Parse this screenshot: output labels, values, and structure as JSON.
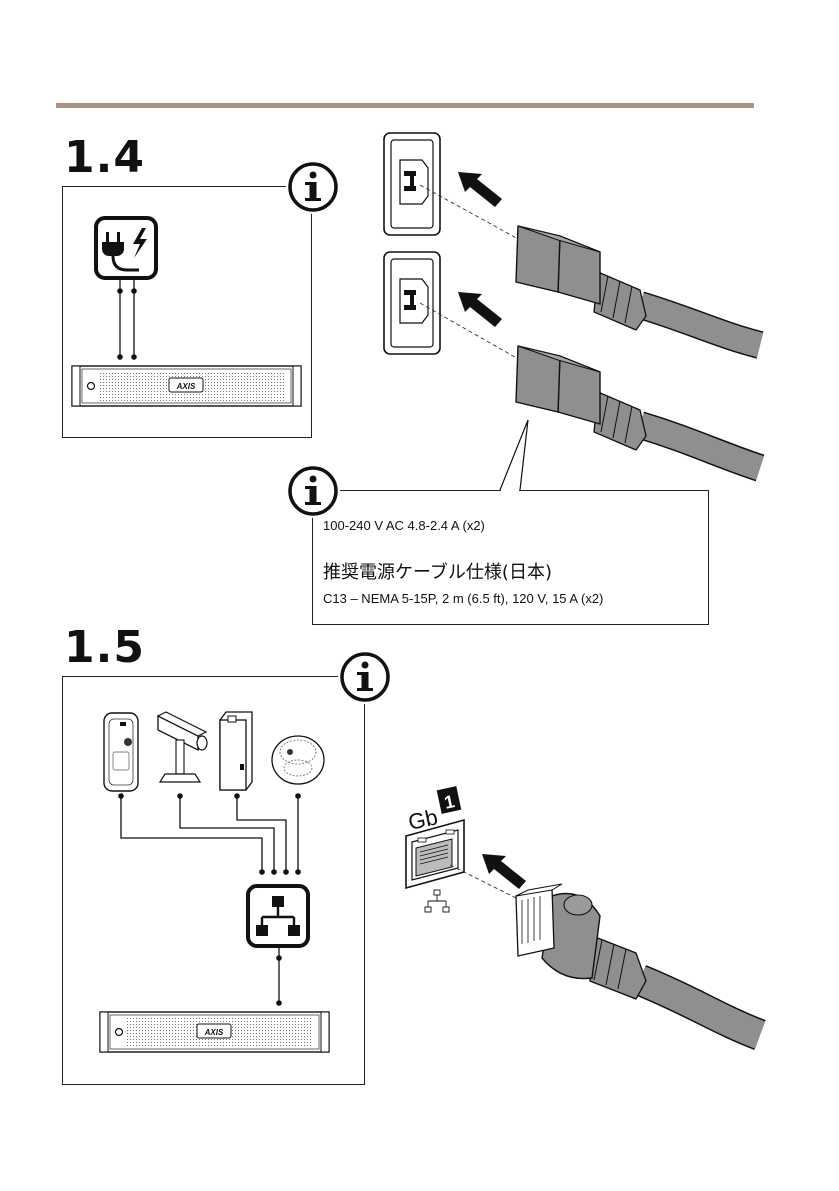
{
  "section_14": {
    "step_number": "1.4",
    "spec_line_1": "100-240 V AC 4.8-2.4 A (x2)",
    "spec_line_2": "推奨電源ケーブル仕様(日本)",
    "spec_line_3": "C13 – NEMA 5-15P, 2 m (6.5 ft), 120 V, 15 A (x2)"
  },
  "section_15": {
    "step_number": "1.5",
    "port_label": "Gb",
    "port_number": "1"
  },
  "recorder": {
    "logo": "AXIS"
  },
  "icons": {
    "info": "info-icon",
    "power": "power-plug-lightning-icon",
    "network_switch": "network-switch-icon",
    "network": "network-icon"
  },
  "colors": {
    "rule": "#a89586",
    "cable": "#8f8f8f",
    "cable_dark": "#5a5a5a",
    "line": "#1a1a1a"
  }
}
